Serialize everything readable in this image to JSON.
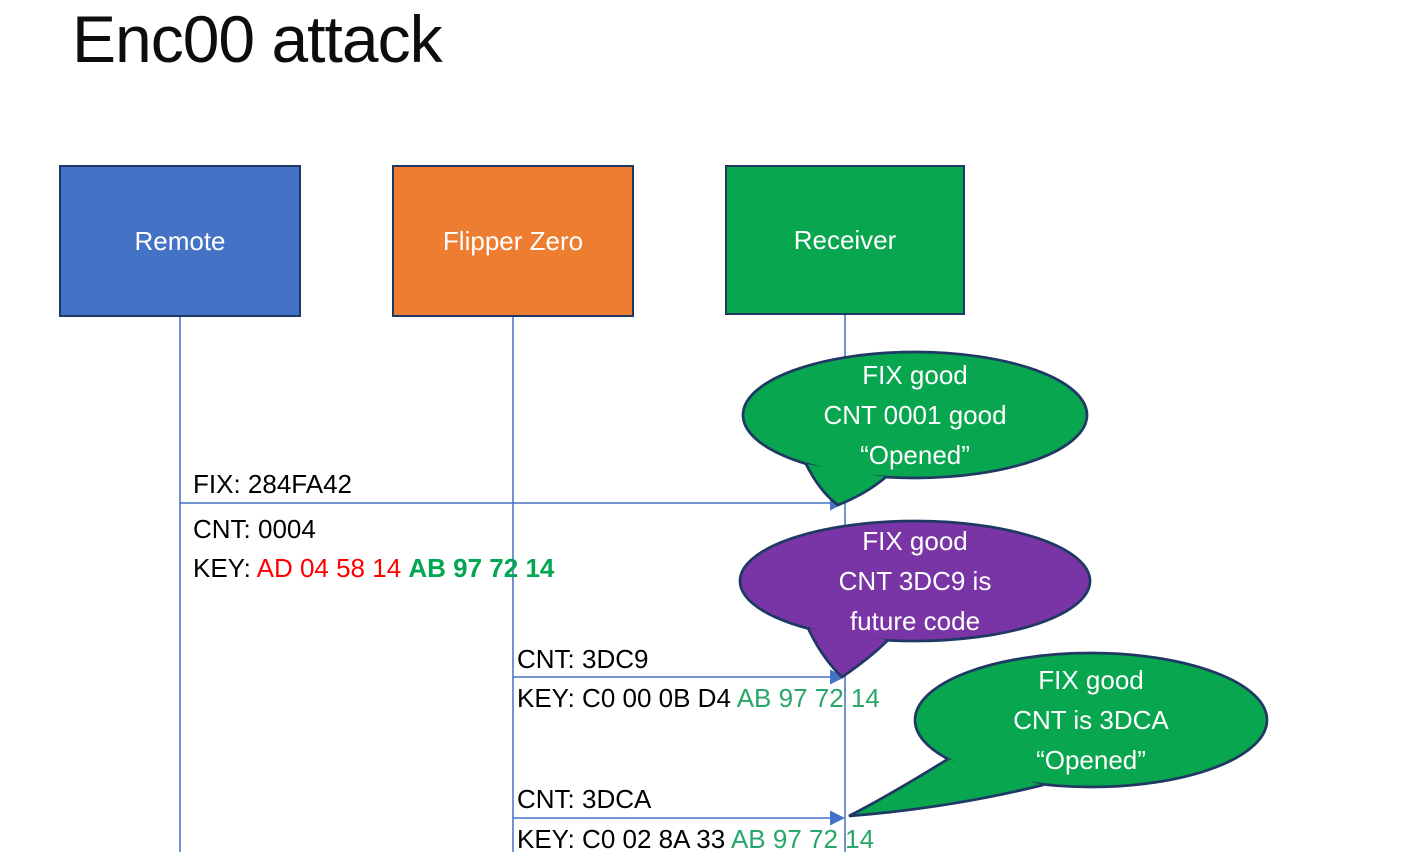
{
  "title": "Enc00 attack",
  "actors": [
    {
      "id": "remote",
      "label": "Remote",
      "color": "#4472C4"
    },
    {
      "id": "flipper",
      "label": "Flipper Zero",
      "color": "#ED7D31"
    },
    {
      "id": "receiver",
      "label": "Receiver",
      "color": "#07A64F"
    }
  ],
  "messages": [
    {
      "from": "Remote",
      "to": "Receiver",
      "above": "FIX: 284FA42",
      "below": "CNT: 0004",
      "key": {
        "label": "KEY: ",
        "red": "AD 04 58 14 ",
        "green": "AB 97 72 14"
      }
    },
    {
      "from": "Flipper Zero",
      "to": "Receiver",
      "above": "CNT: 3DC9",
      "key": {
        "label": "KEY: ",
        "black": "C0 00 0B D4 ",
        "green": "AB 97 72 14"
      }
    },
    {
      "from": "Flipper Zero",
      "to": "Receiver",
      "above": "CNT: 3DCA",
      "key": {
        "label": "KEY: ",
        "black": "C0 02 8A 33 ",
        "green": "AB 97 72 14"
      }
    }
  ],
  "callouts": [
    {
      "type": "green",
      "lines": [
        "FIX good",
        "CNT 0001 good",
        "“Opened”"
      ]
    },
    {
      "type": "purple",
      "lines": [
        "FIX good",
        "CNT 3DC9 is",
        "future code"
      ]
    },
    {
      "type": "green",
      "lines": [
        "FIX good",
        "CNT is 3DCA",
        "“Opened”"
      ]
    }
  ],
  "colors": {
    "remote_box": "#4472C4",
    "flipper_box": "#ED7D31",
    "receiver_box": "#07A64F",
    "callout_green": "#07A64F",
    "callout_purple": "#7935A5",
    "outline_navy": "#203864",
    "arrow_blue": "#4472C4",
    "key_red": "#FF0000",
    "key_green_bold": "#00A651",
    "key_green": "#28A768",
    "text_black": "#000000",
    "text_white": "#FFFFFF"
  }
}
